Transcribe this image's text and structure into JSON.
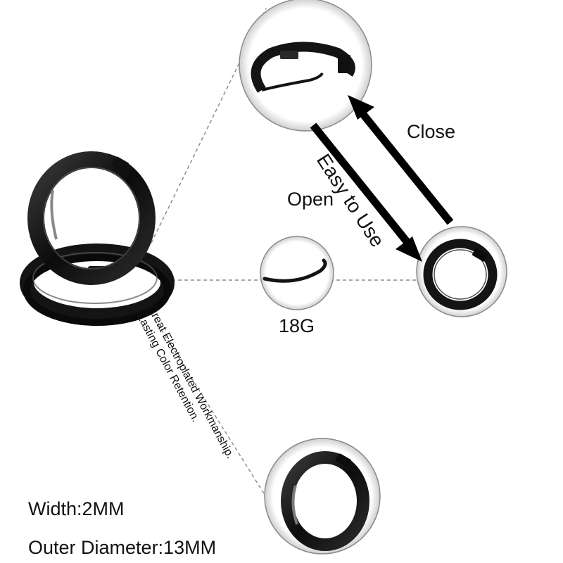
{
  "labels": {
    "close": "Close",
    "open": "Open",
    "easy_to_use": "Easy to Use",
    "gauge": "18G",
    "feature_line1": "Great Electroplated Workmanship.",
    "feature_line2": "Lasting Color Retention.",
    "width": "Width:2MM",
    "outer_diameter": "Outer Diameter:13MM"
  },
  "colors": {
    "background": "#ffffff",
    "earring": "#141414",
    "earring_highlight": "#5a5a5a",
    "arrow": "#000000",
    "circle_border": "#8a8a8a",
    "dashed_line": "#8c8c8c",
    "text": "#111111"
  },
  "icons": {
    "arrow_close": "arrow-up-left",
    "arrow_open": "arrow-down-right"
  }
}
